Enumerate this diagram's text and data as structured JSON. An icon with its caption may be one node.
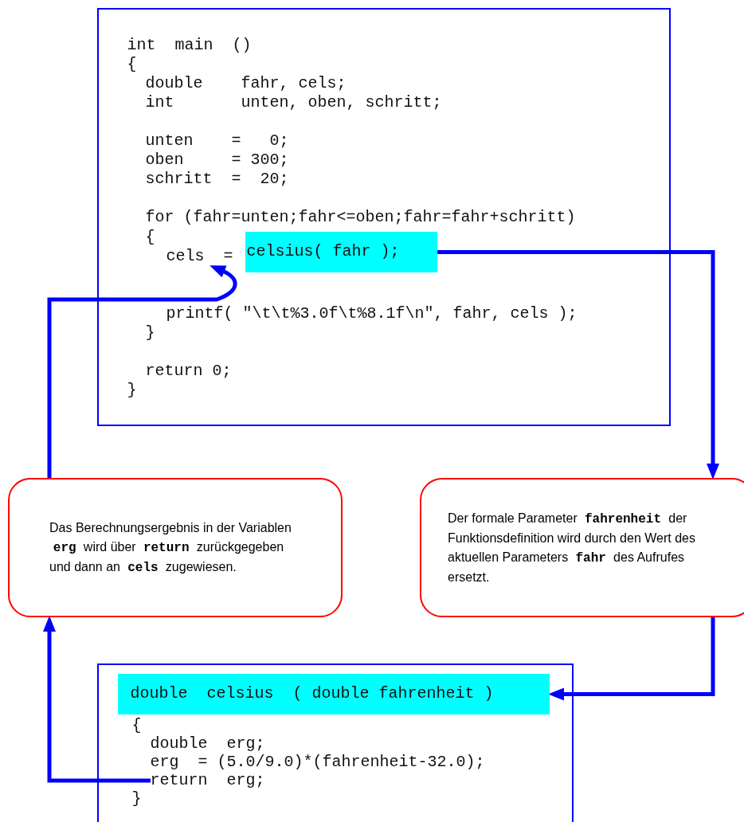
{
  "diagram": {
    "nodes": [
      {
        "text": [
          "int  main  ()",
          "{",
          "double    fahr, cels;",
          "int       unten, oben, schritt;",
          "unten    =   0;",
          "oben     = 300;",
          "schritt  =  20;",
          "for (fahr=unten;fahr<=oben;fahr=fahr+schritt)",
          "{",
          "printf( \"\\t\\t%3.0f\\t%8.1f\\n\", fahr, cels );",
          "}",
          "return 0;",
          "}"
        ]
      },
      {
        "text": [
          "cels  ="
        ],
        "in": 0
      },
      {
        "text": [
          "celsius( fahr );"
        ],
        "in": 0
      },
      {
        "text": [
          "Das Berechnungsergebnis in der Variablen **erg** wird über **return** zurückgegeben und dann an **cels** zugewiesen."
        ]
      },
      {
        "text": [
          "Der formale Parameter **fahrenheit** der Funktionsdefinition wird durch den Wert des aktuellen Parameters **fahr** des Aufrufes ersetzt."
        ]
      },
      {
        "text": [
          "{",
          "double  erg;",
          "erg  = (5.0/9.0)*(fahrenheit-32.0);",
          "}"
        ]
      },
      {
        "text": [
          "double  celsius  ( double fahrenheit )"
        ],
        "in": 5
      },
      {
        "text": [
          "return  erg;"
        ],
        "in": 5
      }
    ],
    "edges": [
      {
        "from": 2,
        "to": 4,
        "arrow": "to"
      },
      {
        "from": 4,
        "to": 6,
        "arrow": "to"
      },
      {
        "from": 7,
        "to": 3,
        "arrow": "to"
      },
      {
        "from": 3,
        "to": 1,
        "arrow": "to"
      }
    ]
  }
}
